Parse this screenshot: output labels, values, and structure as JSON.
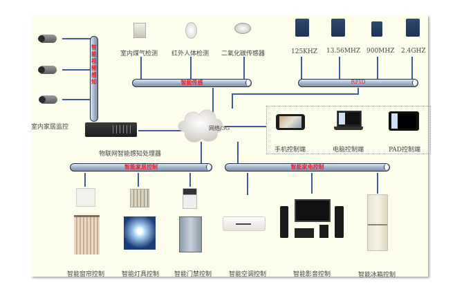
{
  "diagram": {
    "title": "智能家居物联网系统结构图",
    "video": {
      "bus_label": "智能视频感知",
      "cameras": [
        "camera-1",
        "camera-2",
        "camera-3"
      ],
      "caption": "室内家居监控"
    },
    "processor": {
      "label": "物联网智能感知处理器"
    },
    "network": {
      "label": "网络/3G"
    },
    "sensing": {
      "bus_label": "智能传感",
      "devices": [
        {
          "label": "室内煤气检测",
          "icon": "gas-detector-icon"
        },
        {
          "label": "红外人体检测",
          "icon": "infrared-sensor-icon"
        },
        {
          "label": "二氧化碳传感器",
          "icon": "co2-sensor-icon"
        }
      ]
    },
    "rfid": {
      "bus_label": "RFID",
      "readers": [
        {
          "label": "125KHZ"
        },
        {
          "label": "13.56MHZ"
        },
        {
          "label": "900MHZ"
        },
        {
          "label": "2.4GHZ"
        }
      ]
    },
    "terminals": [
      {
        "label": "手机控制端",
        "icon": "phone-icon"
      },
      {
        "label": "电脑控制端",
        "icon": "laptop-icon"
      },
      {
        "label": "PAD控制端",
        "icon": "tablet-icon"
      }
    ],
    "home_control": {
      "bus_label": "智能家居控制",
      "items": [
        {
          "label": "智能窗帘控制",
          "icon": "curtain-icon"
        },
        {
          "label": "智能灯具控制",
          "icon": "lamp-icon"
        },
        {
          "label": "智能门禁控制",
          "icon": "door-icon"
        }
      ]
    },
    "appliance_control": {
      "bus_label": "智能家电控制",
      "items": [
        {
          "label": "智能空调控制",
          "icon": "air-conditioner-icon"
        },
        {
          "label": "智能影音控制",
          "icon": "home-theater-icon"
        },
        {
          "label": "智能冰箱控制",
          "icon": "fridge-icon"
        }
      ]
    },
    "colors": {
      "bus_text": "#e0202a",
      "link": "#3d5a9c",
      "panel": "#fdfdec"
    }
  }
}
